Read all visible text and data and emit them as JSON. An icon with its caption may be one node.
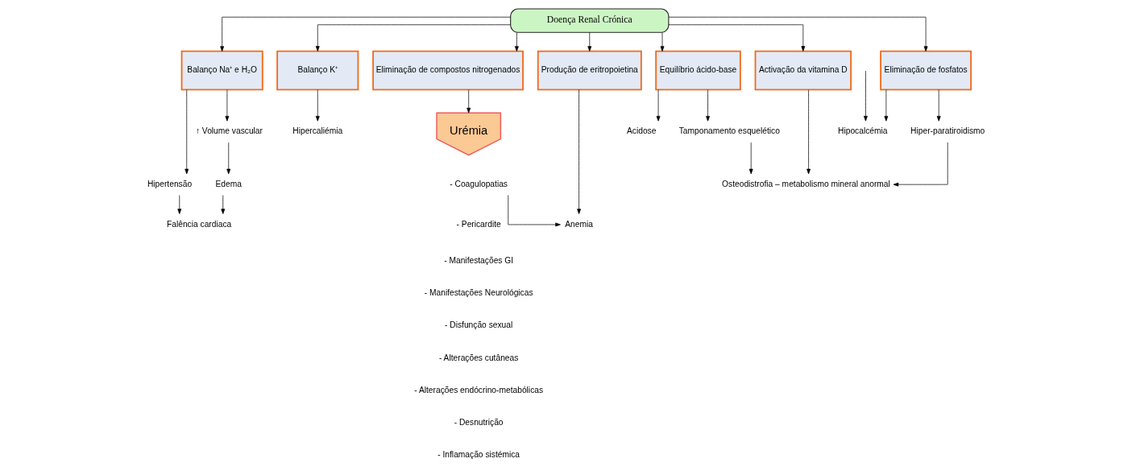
{
  "diagram": {
    "nodes": [
      {
        "text": [
          "Doença Renal Crónica"
        ]
      },
      {
        "text": [
          "Balanço Na⁺ e H₂O"
        ]
      },
      {
        "text": [
          "Balanço K⁺"
        ]
      },
      {
        "text": [
          "Eliminação de compostos nitrogenados"
        ]
      },
      {
        "text": [
          "Produção de eritropoietina"
        ]
      },
      {
        "text": [
          "Equilíbrio ácido-base"
        ]
      },
      {
        "text": [
          "Activação da vitamina D"
        ]
      },
      {
        "text": [
          "Eliminação de fosfatos"
        ]
      },
      {
        "text": [
          "Hipertensão"
        ]
      },
      {
        "text": [
          "Hipercaliémia"
        ]
      },
      {
        "text": [
          "Urémia"
        ]
      },
      {
        "text": [
          "Anemia"
        ]
      },
      {
        "text": [
          "Hipocalcémia"
        ]
      },
      {
        "text": [
          "↑ Volume vascular"
        ]
      },
      {
        "text": [
          "- Coagulopatias"
        ]
      },
      {
        "text": [
          "Acidose"
        ]
      },
      {
        "text": [
          "Tamponamento esquelético"
        ]
      },
      {
        "text": [
          "Hiper-paratiroidismo"
        ]
      },
      {
        "text": [
          "Edema"
        ]
      },
      {
        "text": [
          "Falência cardiaca"
        ]
      },
      {
        "text": [
          "Osteodistrofia – metabolismo mineral anormal"
        ]
      }
    ],
    "edges": [
      {
        "from": 0,
        "to": 1,
        "arrow": "to"
      },
      {
        "from": 0,
        "to": 2,
        "arrow": "to"
      },
      {
        "from": 0,
        "to": 3,
        "arrow": "to"
      },
      {
        "from": 0,
        "to": 4,
        "arrow": "to"
      },
      {
        "from": 0,
        "to": 5,
        "arrow": "to"
      },
      {
        "from": 0,
        "to": 6,
        "arrow": "to"
      },
      {
        "from": 0,
        "to": 7,
        "arrow": "to"
      },
      {
        "from": 1,
        "to": 8,
        "arrow": "to"
      },
      {
        "from": 1,
        "to": 13,
        "arrow": "to"
      },
      {
        "from": 8,
        "to": 19,
        "arrow": "to"
      },
      {
        "from": 13,
        "to": 18,
        "arrow": "to"
      },
      {
        "from": 18,
        "to": 19,
        "arrow": "to"
      },
      {
        "from": 2,
        "to": 9,
        "arrow": "to"
      },
      {
        "from": 3,
        "to": 10,
        "arrow": "to"
      },
      {
        "from": 4,
        "to": 11,
        "arrow": "to"
      },
      {
        "from": 14,
        "to": 11,
        "arrow": "to"
      },
      {
        "from": 5,
        "to": 15,
        "arrow": "to"
      },
      {
        "from": 5,
        "to": 16,
        "arrow": "to"
      },
      {
        "from": 16,
        "to": 20,
        "arrow": "to"
      },
      {
        "from": 6,
        "to": 20,
        "arrow": "to"
      },
      {
        "from": null,
        "to": 12,
        "arrow": "to"
      },
      {
        "from": 7,
        "to": 12,
        "arrow": "to"
      },
      {
        "from": 7,
        "to": 17,
        "arrow": "to"
      },
      {
        "from": 17,
        "to": 20,
        "arrow": "to"
      }
    ],
    "labels": [
      "- Pericardite",
      "- Manifestações GI",
      "- Manifestações Neurológicas",
      "- Disfunção sexual",
      "- Alterações cutâneas",
      "- Alterações endócrino-metabólicas",
      "- Desnutrição",
      "- Inflamação sistémica"
    ]
  }
}
